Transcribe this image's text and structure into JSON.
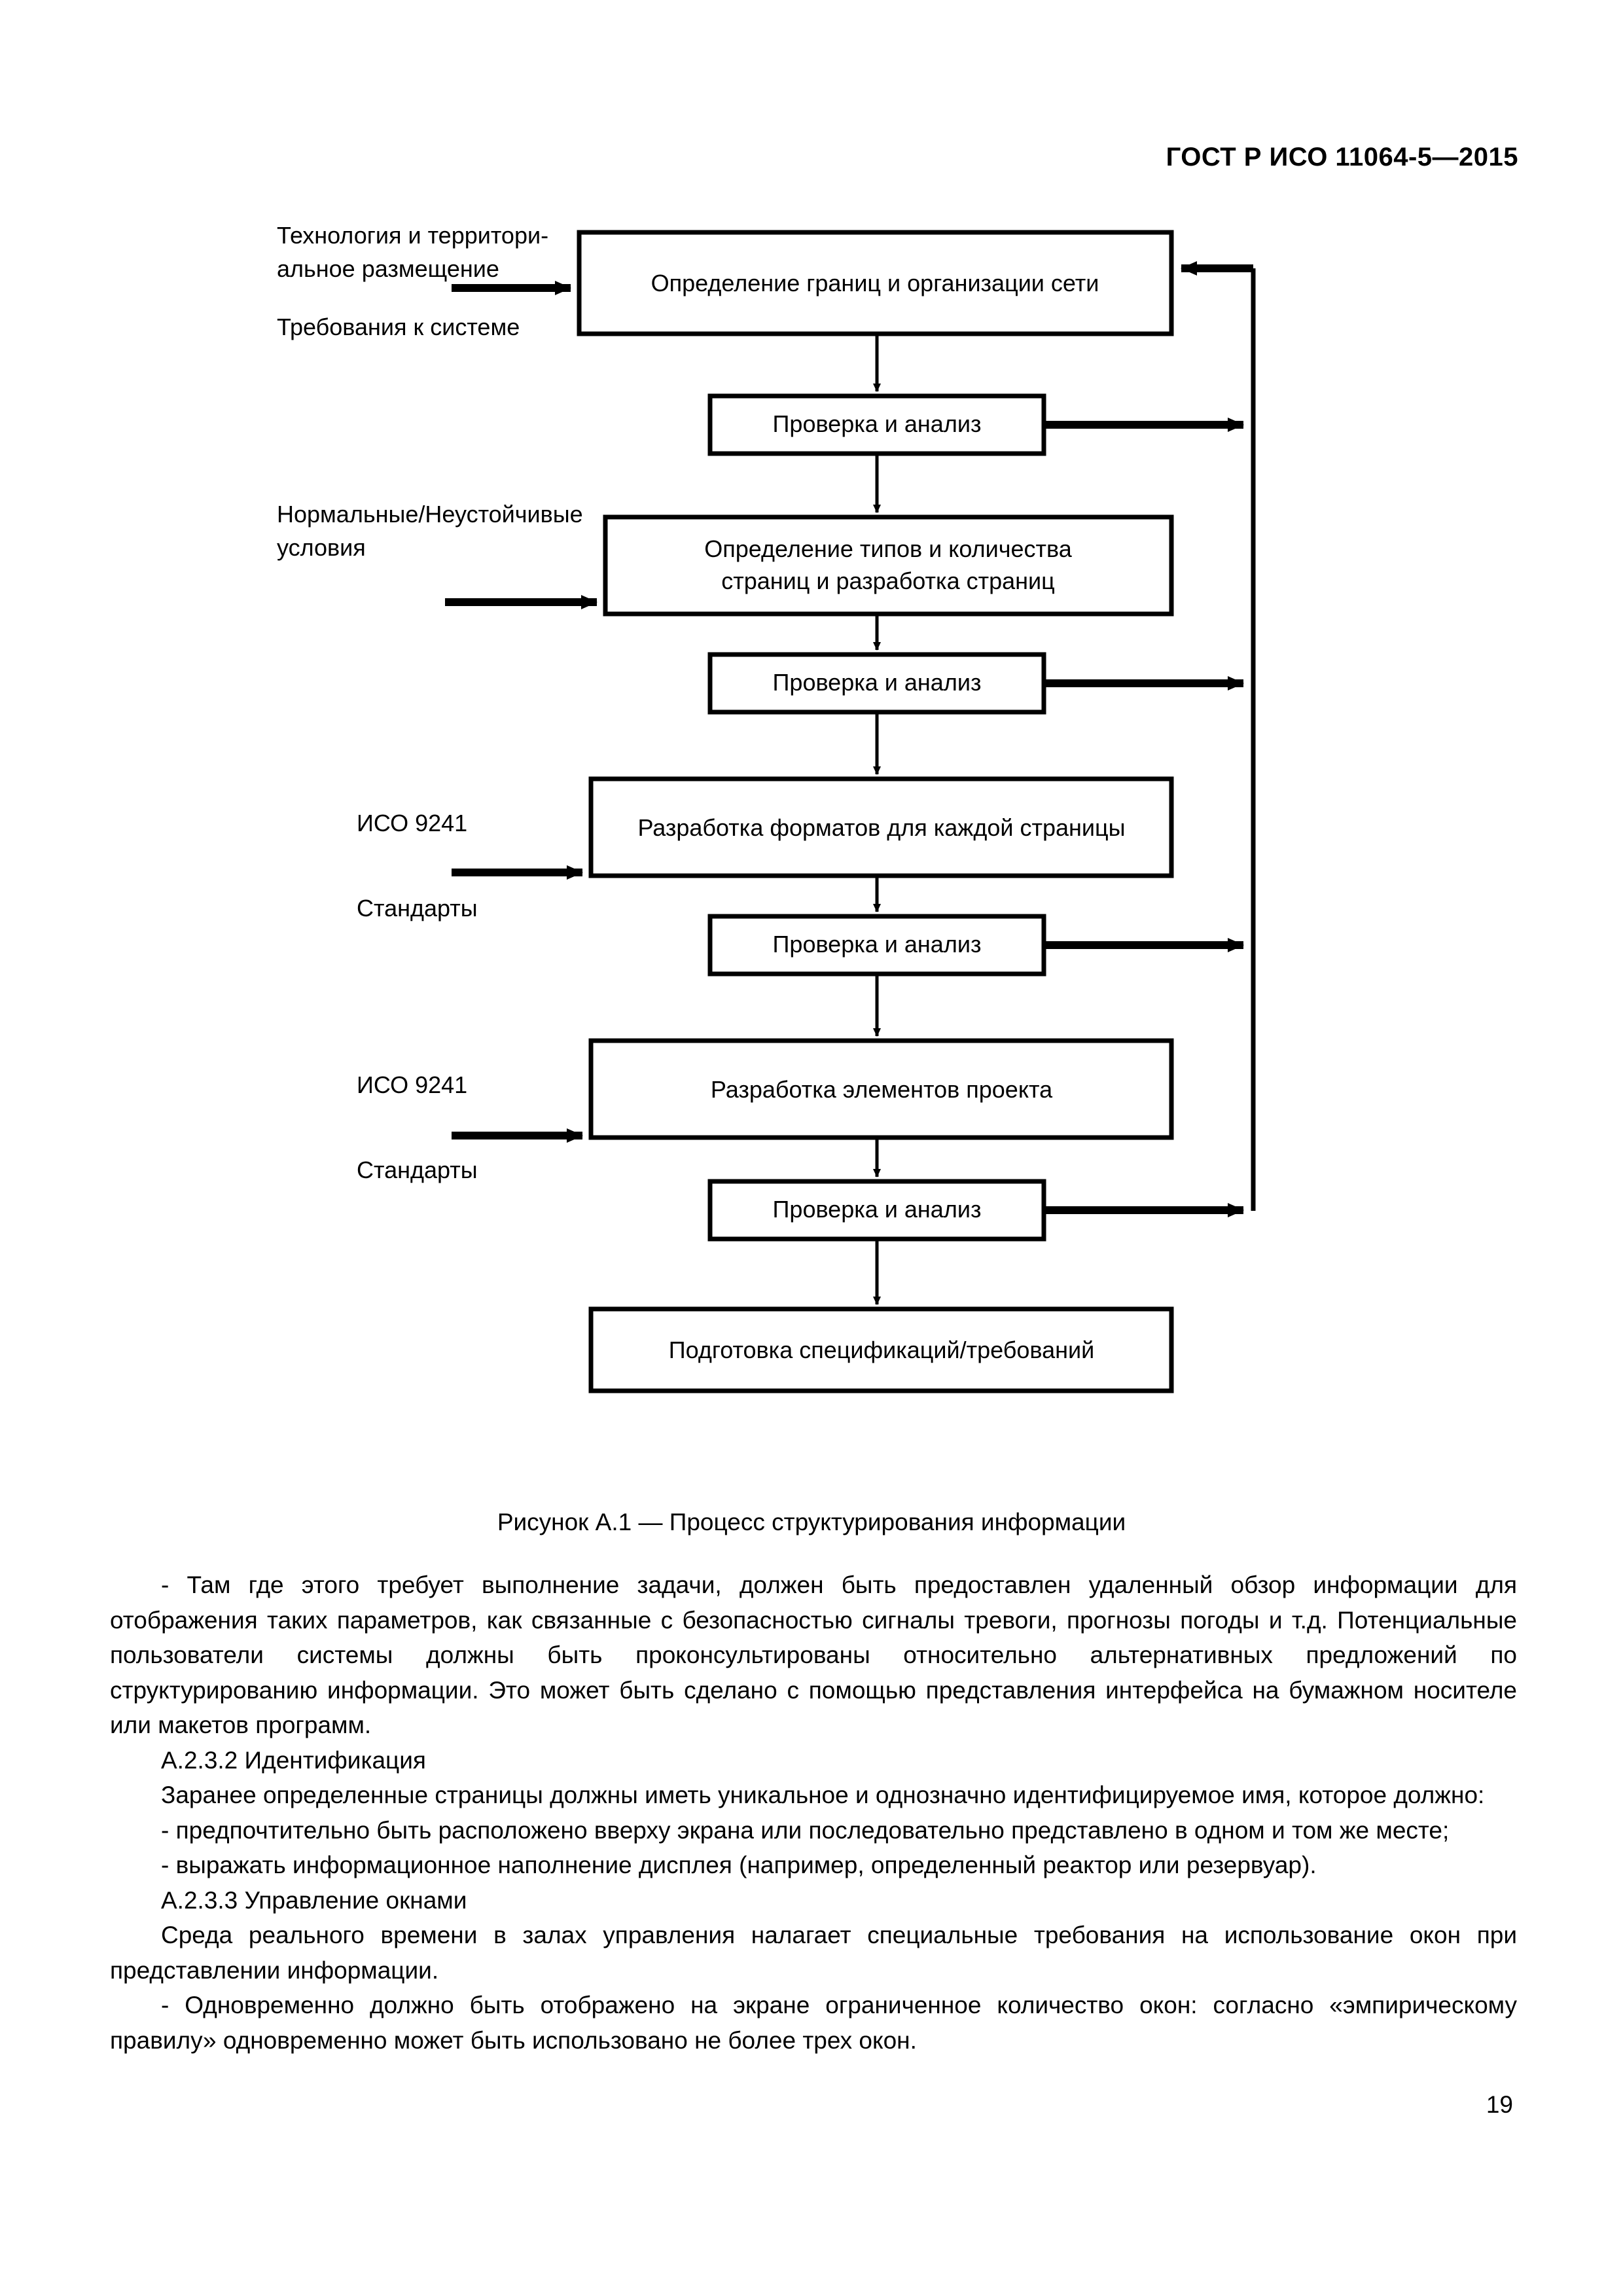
{
  "header": {
    "standard_id": "ГОСТ Р ИСО 11064-5—2015"
  },
  "figure": {
    "caption": "Рисунок А.1 — Процесс структурирования информации",
    "review_label": "Проверка и анализ",
    "boxes": [
      {
        "id": "box-scope",
        "label": "Определение границ и организации сети"
      },
      {
        "id": "box-review-1",
        "label": "Проверка и анализ"
      },
      {
        "id": "box-pages",
        "label_line1": "Определение типов и количества",
        "label_line2": "страниц и разработка страниц"
      },
      {
        "id": "box-review-2",
        "label": "Проверка и анализ"
      },
      {
        "id": "box-formats",
        "label": "Разработка форматов для каждой страницы"
      },
      {
        "id": "box-review-3",
        "label": "Проверка и анализ"
      },
      {
        "id": "box-elements",
        "label": "Разработка элементов проекта"
      },
      {
        "id": "box-review-4",
        "label": "Проверка и анализ"
      },
      {
        "id": "box-specs",
        "label": "Подготовка спецификаций/требований"
      }
    ],
    "inputs": [
      {
        "id": "input-technology",
        "line1": "Технология и территори-",
        "line2": "альное размещение",
        "line3": "Требования к системе"
      },
      {
        "id": "input-conditions",
        "line1": "Нормальные/Неустойчивые",
        "line2": "условия"
      },
      {
        "id": "input-iso-1",
        "line1": "ИСО 9241",
        "line2": "Стандарты"
      },
      {
        "id": "input-iso-2",
        "line1": "ИСО 9241",
        "line2": "Стандарты"
      }
    ]
  },
  "body": {
    "paragraphs": [
      "- Там где этого требует выполнение задачи, должен быть предоставлен удаленный обзор информации для отображения таких параметров, как связанные с безопасностью сигналы тревоги, прогнозы погоды и т.д. Потенциальные пользователи системы должны быть проконсультированы относительно альтернативных предложений по структурированию информации. Это может быть сделано с помощью представления интерфейса на бумажном носителе или макетов программ.",
      "A.2.3.2  Идентификация",
      "Заранее определенные страницы должны иметь уникальное и однозначно идентифицируемое имя, которое должно:",
      "- предпочтительно быть расположено вверху экрана или последовательно представлено в одном и том же месте;",
      "- выражать информационное наполнение дисплея (например, определенный реактор или резервуар).",
      "A.2.3.3  Управление окнами",
      "Среда реального времени в залах управления налагает специальные требования на использование окон при представлении информации.",
      "- Одновременно должно быть отображено на экране ограниченное количество окон: согласно «эмпирическому правилу» одновременно может быть использовано не более трех окон."
    ]
  },
  "page": {
    "number": "19"
  }
}
